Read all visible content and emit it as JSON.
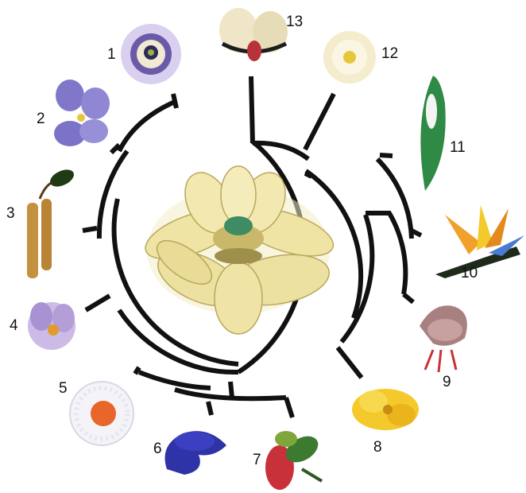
{
  "labels": {
    "n1": "1",
    "n2": "2",
    "n3": "3",
    "n4": "4",
    "n5": "5",
    "n6": "6",
    "n7": "7",
    "n8": "8",
    "n9": "9",
    "n10": "10",
    "n11": "11",
    "n12": "12",
    "n13": "13"
  },
  "flowers": [
    {
      "num": "1",
      "icon": "passion-flower-icon",
      "color": "#b8a7d9"
    },
    {
      "num": "2",
      "icon": "violet-icon",
      "color": "#7b73c8"
    },
    {
      "num": "3",
      "icon": "catkins-icon",
      "color": "#c4913f"
    },
    {
      "num": "4",
      "icon": "crocus-icon",
      "color": "#b59ed6"
    },
    {
      "num": "5",
      "icon": "daisy-icon",
      "color": "#e8662a"
    },
    {
      "num": "6",
      "icon": "blue-orchid-icon",
      "color": "#2f33a8"
    },
    {
      "num": "7",
      "icon": "green-red-flower-icon",
      "color": "#c9313a"
    },
    {
      "num": "8",
      "icon": "buttercup-icon",
      "color": "#f3c92b"
    },
    {
      "num": "9",
      "icon": "lily-icon",
      "color": "#a07070"
    },
    {
      "num": "10",
      "icon": "bird-of-paradise-icon",
      "color": "#f0a12c"
    },
    {
      "num": "11",
      "icon": "calla-spathe-icon",
      "color": "#2e8a45"
    },
    {
      "num": "12",
      "icon": "white-star-flower-icon",
      "color": "#f4eccc"
    },
    {
      "num": "13",
      "icon": "white-orchid-bud-icon",
      "color": "#efe6c8"
    }
  ],
  "center_icon": "magnolia-ancestral-flower-icon",
  "tree_color": "#111111"
}
